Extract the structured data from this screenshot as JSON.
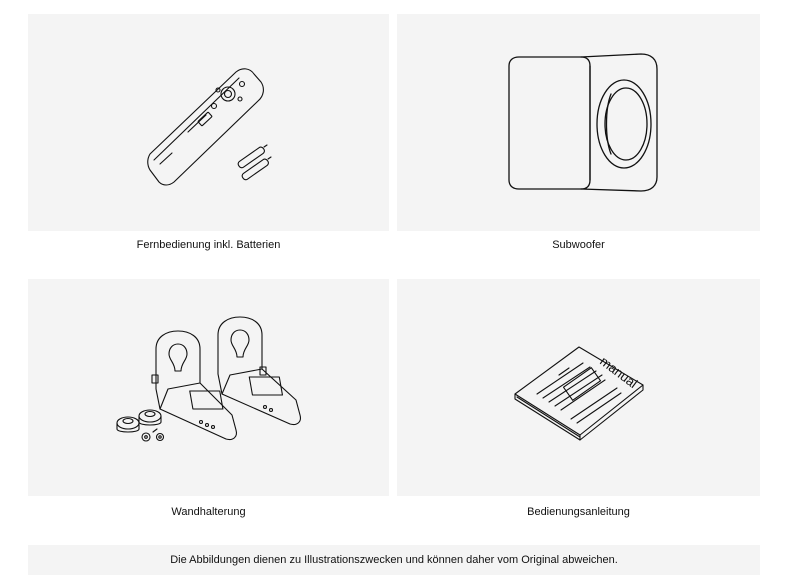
{
  "items": [
    {
      "label": "Fernbedienung  inkl. Batterien",
      "icon": "remote-control-icon"
    },
    {
      "label": "Subwoofer",
      "icon": "subwoofer-icon"
    },
    {
      "label": "Wandhalterung",
      "icon": "wall-mount-icon"
    },
    {
      "label": "Bedienungsanleitung",
      "icon": "manual-booklet-icon",
      "printed_text": "manual"
    }
  ],
  "disclaimer": "Die Abbildungen dienen zu Illustrationszwecken und können daher vom Original abweichen.",
  "colors": {
    "tile_bg": "#f4f4f4",
    "line": "#111111"
  }
}
